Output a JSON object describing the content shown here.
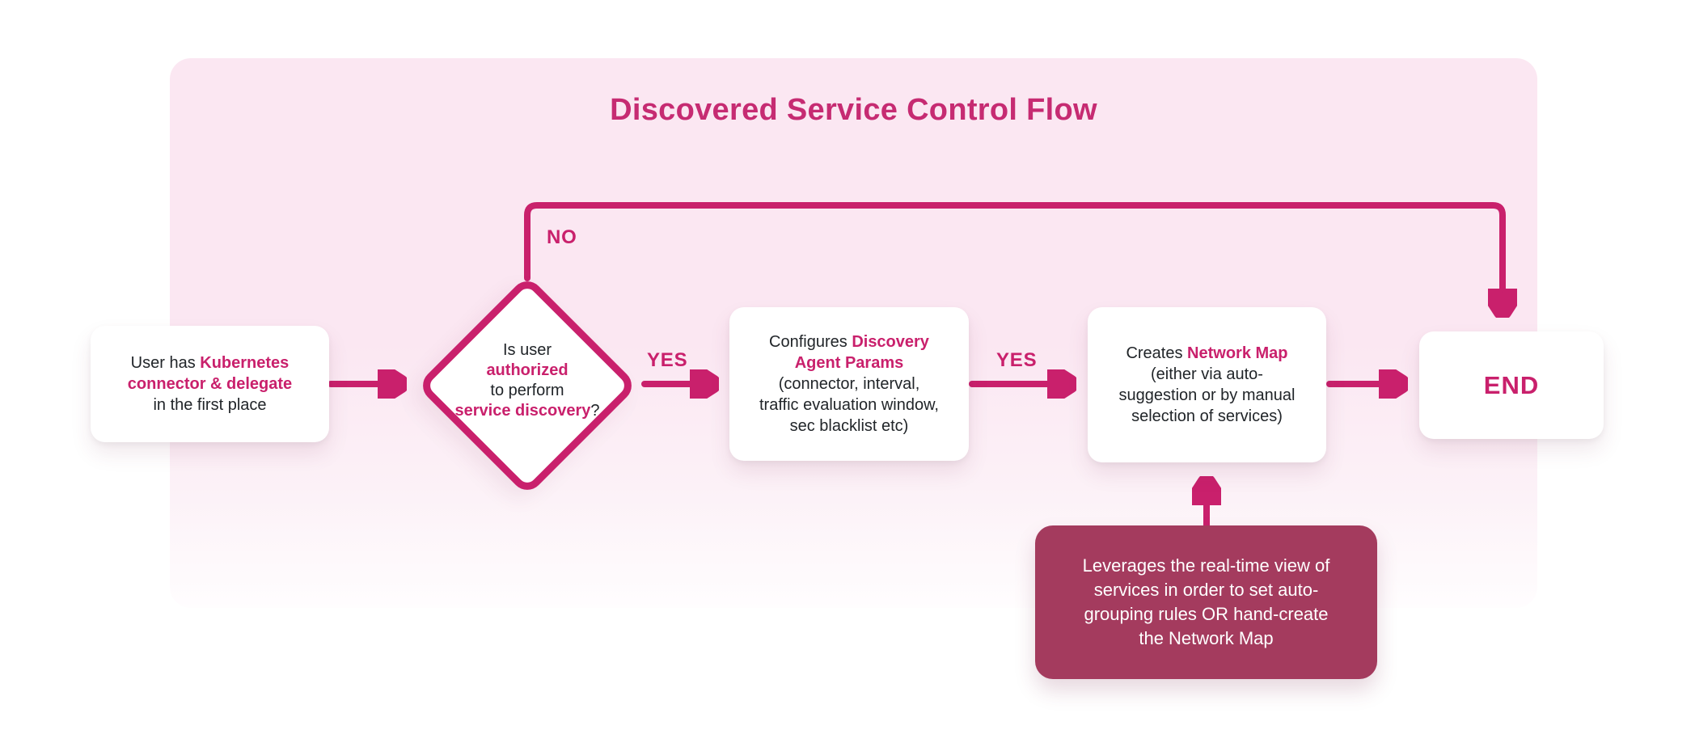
{
  "colors": {
    "accent": "#C9206C",
    "title": "#C62B72",
    "panel_pink": "#FBE7F2",
    "annotation_bg": "#A43B5E",
    "annotation_text": "#FFFFFF",
    "node_bg": "#FFFFFF",
    "body_text": "#212529"
  },
  "title": "Discovered Service Control Flow",
  "edge_labels": {
    "no": "NO",
    "yes_decision_to_configure": "YES",
    "yes_configure_to_create": "YES"
  },
  "nodes": {
    "start": {
      "segments": [
        {
          "text": "User has ",
          "style": "plain"
        },
        {
          "text": "Kubernetes",
          "style": "accent",
          "break": true
        },
        {
          "text": "connector & delegate",
          "style": "accent",
          "break": true
        },
        {
          "text": "in the first place",
          "style": "plain"
        }
      ]
    },
    "decision": {
      "segments": [
        {
          "text": "Is user",
          "style": "plain",
          "break": true
        },
        {
          "text": "authorized",
          "style": "accent",
          "break": true
        },
        {
          "text": "to perform",
          "style": "plain",
          "break": true
        },
        {
          "text": "service discovery",
          "style": "accent"
        },
        {
          "text": "?",
          "style": "plain"
        }
      ]
    },
    "configure": {
      "segments": [
        {
          "text": "Configures ",
          "style": "plain"
        },
        {
          "text": "Discovery",
          "style": "accent",
          "break": true
        },
        {
          "text": "Agent Params",
          "style": "accent",
          "break": true
        },
        {
          "text": "(connector, interval,",
          "style": "plain",
          "break": true
        },
        {
          "text": "traffic evaluation window,",
          "style": "plain",
          "break": true
        },
        {
          "text": "sec blacklist etc)",
          "style": "plain"
        }
      ]
    },
    "create": {
      "segments": [
        {
          "text": "Creates ",
          "style": "plain"
        },
        {
          "text": "Network Map",
          "style": "accent",
          "break": true
        },
        {
          "text": "(either via auto-",
          "style": "plain",
          "break": true
        },
        {
          "text": "suggestion or by manual",
          "style": "plain",
          "break": true
        },
        {
          "text": "selection of services)",
          "style": "plain"
        }
      ]
    },
    "end": {
      "label": "END"
    },
    "annotation": {
      "segments": [
        {
          "text": "Leverages the real-time view of",
          "style": "plain",
          "break": true
        },
        {
          "text": "services in order to set auto-",
          "style": "plain",
          "break": true
        },
        {
          "text": "grouping rules OR hand-create",
          "style": "plain",
          "break": true
        },
        {
          "text": "the Network Map",
          "style": "plain"
        }
      ]
    }
  }
}
